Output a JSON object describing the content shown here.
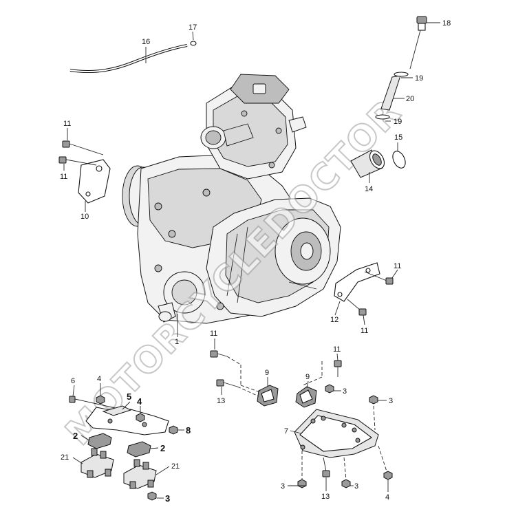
{
  "watermark": "MOTORCYCLEDOCTOR",
  "callouts": {
    "n1": "1",
    "n2a": "2",
    "n2b": "2",
    "n3a": "3",
    "n3b": "3",
    "n3c": "3",
    "n3d": "3",
    "n3e": "3",
    "n4a": "4",
    "n4b": "4",
    "n4c": "4",
    "n5": "5",
    "n6": "6",
    "n7": "7",
    "n8": "8",
    "n9a": "9",
    "n9b": "9",
    "n10": "10",
    "n11a": "11",
    "n11b": "11",
    "n11c": "11",
    "n11d": "11",
    "n11e": "11",
    "n11f": "11",
    "n12": "12",
    "n13a": "13",
    "n13b": "13",
    "n14": "14",
    "n15": "15",
    "n16": "16",
    "n17": "17",
    "n18": "18",
    "n19a": "19",
    "n19b": "19",
    "n20": "20",
    "n21a": "21",
    "n21b": "21"
  }
}
